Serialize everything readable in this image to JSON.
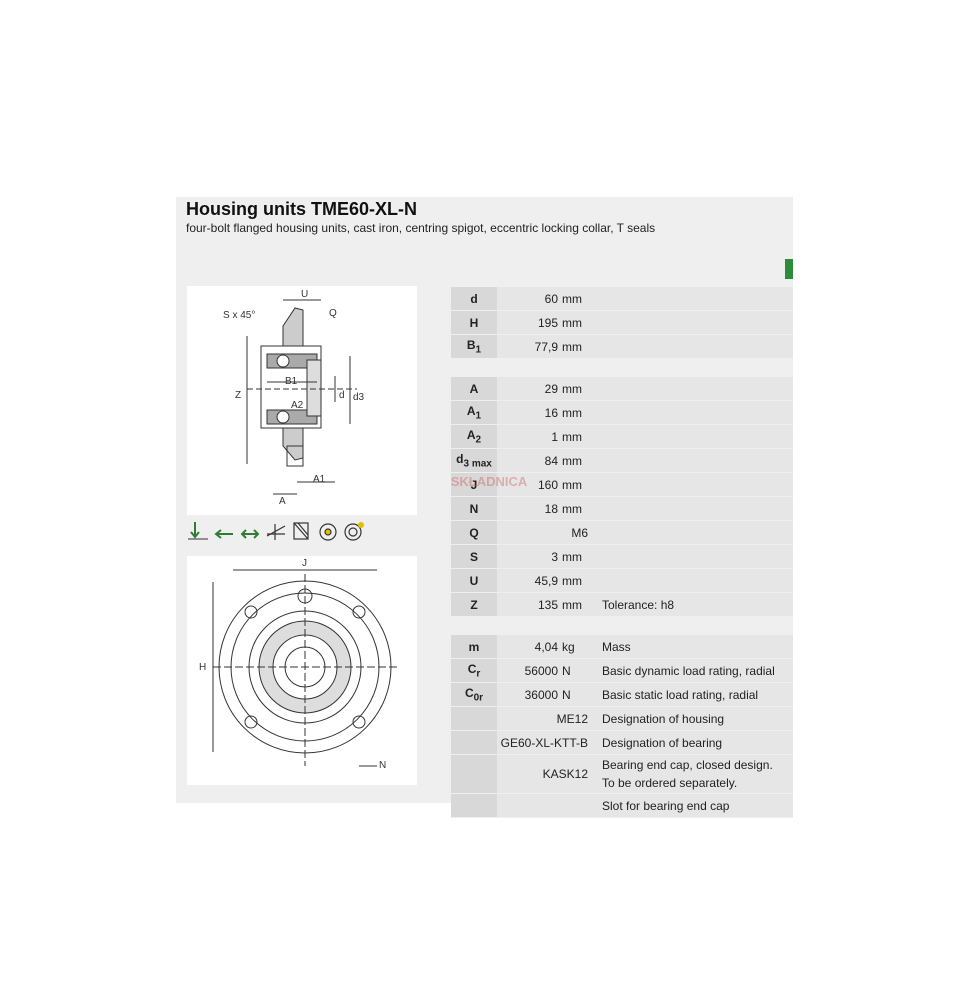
{
  "header": {
    "title": "Housing units TME60-XL-N",
    "subtitle": "four-bolt flanged housing units, cast iron, centring spigot, eccentric locking collar, T seals"
  },
  "drawing_side": {
    "labels": [
      "U",
      "S x 45°",
      "Q",
      "Z",
      "B1",
      "d",
      "d3",
      "A2",
      "A1",
      "A"
    ]
  },
  "drawing_front": {
    "labels": [
      "J",
      "H",
      "N"
    ]
  },
  "load_icons": [
    "radial-load-icon",
    "axial-load-icon",
    "bidirectional-axial-load-icon",
    "misalignment-icon",
    "oscillation-icon",
    "speed-icon",
    "lubrication-icon"
  ],
  "specs_group1": [
    {
      "symbol": "d",
      "value": "60",
      "unit": "mm",
      "desc": ""
    },
    {
      "symbol": "H",
      "value": "195",
      "unit": "mm",
      "desc": ""
    },
    {
      "symbol": "B",
      "sub": "1",
      "value": "77,9",
      "unit": "mm",
      "desc": ""
    }
  ],
  "specs_group2": [
    {
      "symbol": "A",
      "value": "29",
      "unit": "mm",
      "desc": ""
    },
    {
      "symbol": "A",
      "sub": "1",
      "value": "16",
      "unit": "mm",
      "desc": ""
    },
    {
      "symbol": "A",
      "sub": "2",
      "value": "1",
      "unit": "mm",
      "desc": ""
    },
    {
      "symbol": "d",
      "sub": "3 max",
      "value": "84",
      "unit": "mm",
      "desc": ""
    },
    {
      "symbol": "J",
      "value": "160",
      "unit": "mm",
      "desc": ""
    },
    {
      "symbol": "N",
      "value": "18",
      "unit": "mm",
      "desc": ""
    },
    {
      "symbol": "Q",
      "value": "M6",
      "unit": "",
      "desc": ""
    },
    {
      "symbol": "S",
      "value": "3",
      "unit": "mm",
      "desc": ""
    },
    {
      "symbol": "U",
      "value": "45,9",
      "unit": "mm",
      "desc": ""
    },
    {
      "symbol": "Z",
      "value": "135",
      "unit": "mm",
      "desc": "Tolerance: h8"
    }
  ],
  "specs_group3": [
    {
      "symbol": "m",
      "value": "4,04",
      "unit": "kg",
      "desc": "Mass"
    },
    {
      "symbol": "C",
      "sub": "r",
      "value": "56000",
      "unit": "N",
      "desc": "Basic dynamic load rating, radial"
    },
    {
      "symbol": "C",
      "sub": "0r",
      "value": "36000",
      "unit": "N",
      "desc": "Basic static load rating, radial"
    },
    {
      "symbol": "",
      "value": "ME12",
      "unit": "",
      "desc": "Designation of housing"
    },
    {
      "symbol": "",
      "value": "GE60-XL-KTT-B",
      "unit": "",
      "desc": "Designation of bearing"
    },
    {
      "symbol": "",
      "value": "KASK12",
      "unit": "",
      "desc": "Bearing end cap, closed design.",
      "desc2": "To be ordered separately."
    },
    {
      "symbol": "",
      "value": "",
      "unit": "",
      "desc": "Slot for bearing end cap"
    }
  ],
  "watermark": "SKŁADNICA"
}
